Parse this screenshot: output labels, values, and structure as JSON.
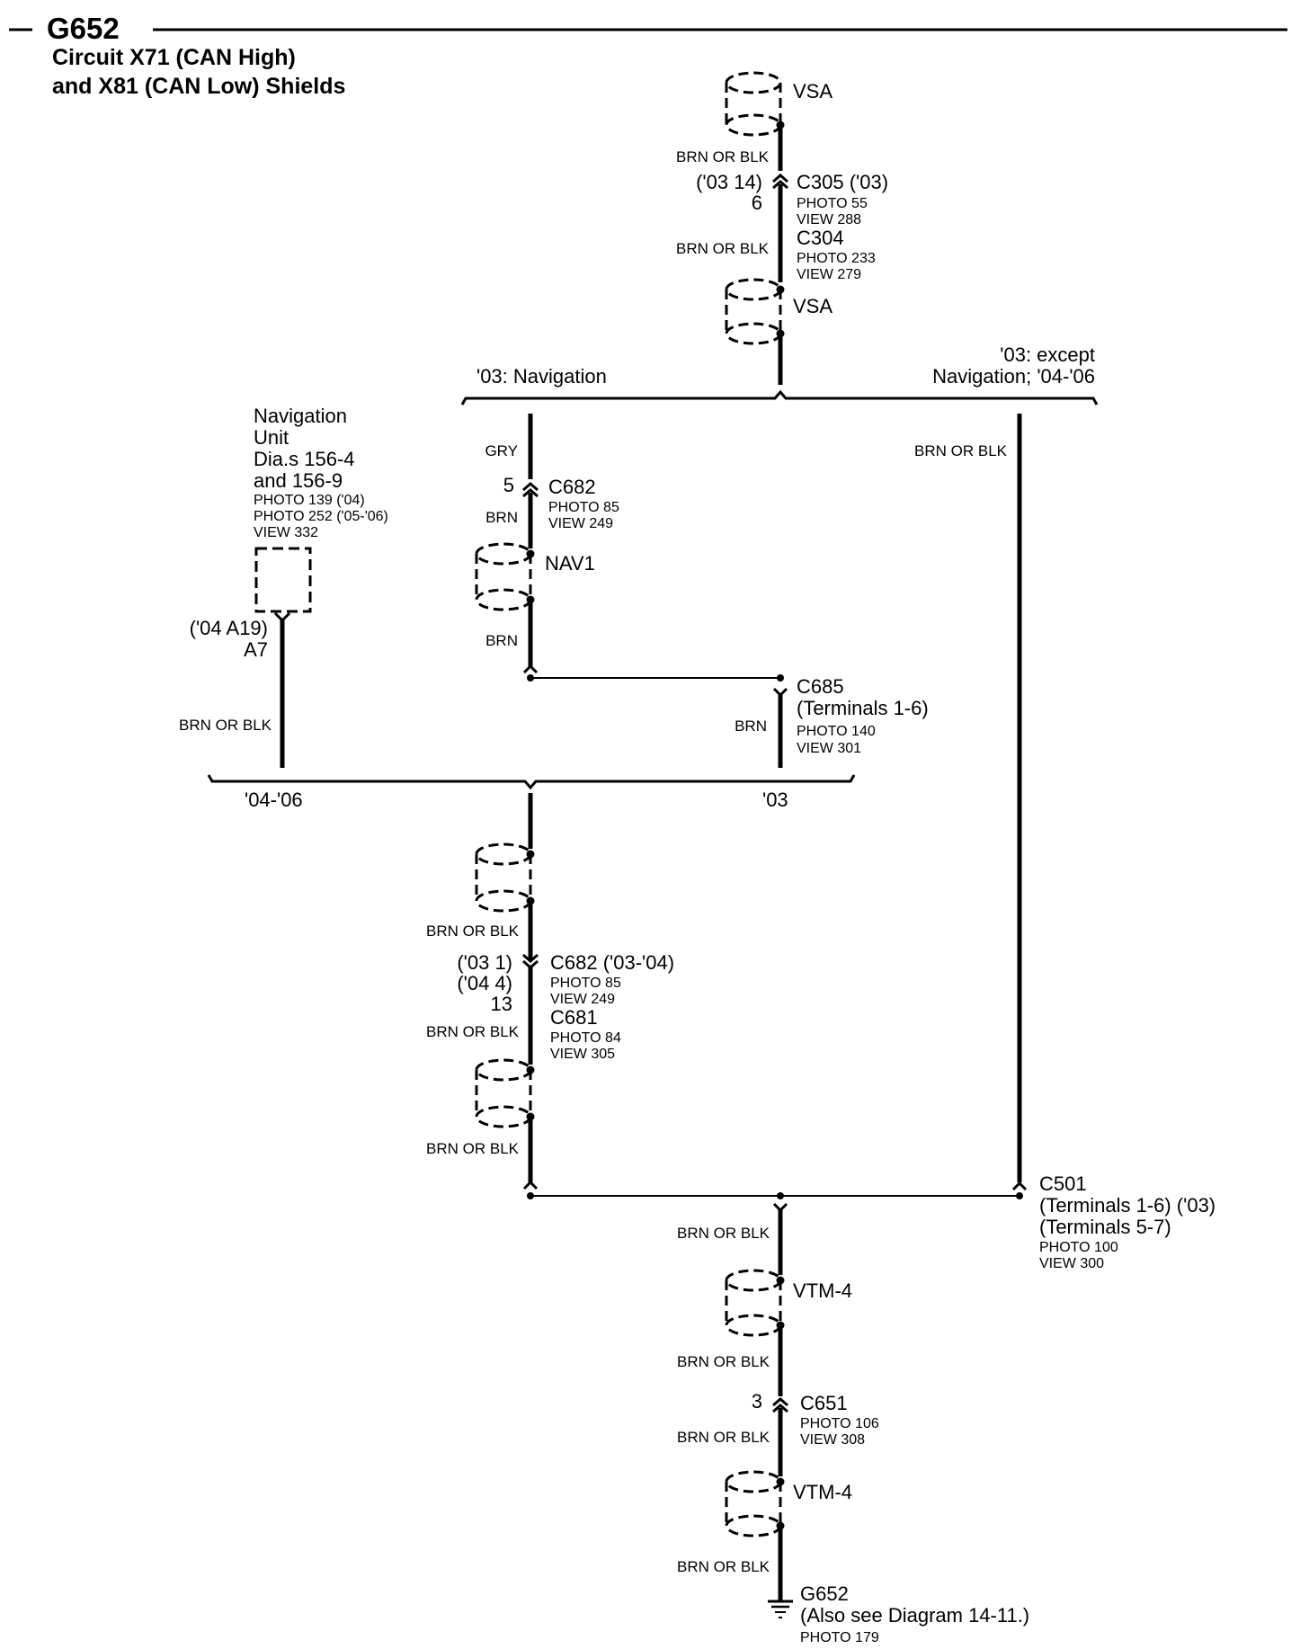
{
  "header": {
    "id": "G652",
    "title_line1": "Circuit X71 (CAN High)",
    "title_line2": "and X81 (CAN Low) Shields"
  },
  "top": {
    "vsa_top": "VSA",
    "wire_1": "BRN OR BLK",
    "pin_left": "('03 14)",
    "pin_num": "6",
    "c305": "C305 ('03)",
    "c305_photo": "PHOTO 55",
    "c305_view": "VIEW 288",
    "wire_2": "BRN OR BLK",
    "c304": "C304",
    "c304_photo": "PHOTO 233",
    "c304_view": "VIEW 279",
    "vsa_bottom": "VSA"
  },
  "branch": {
    "navigation": "'03: Navigation",
    "except_line1": "'03: except",
    "except_line2": "Navigation; '04-'06"
  },
  "nav_unit": {
    "line1": "Navigation",
    "line2": "Unit",
    "line3": "Dia.s 156-4",
    "line4": "and 156-9",
    "photo1": "PHOTO 139 ('04)",
    "photo2": "PHOTO 252 ('05-'06)",
    "view": "VIEW 332",
    "pin_alt": "('04 A19)",
    "pin": "A7",
    "wire": "BRN OR BLK"
  },
  "nav_branch": {
    "wire_gry": "GRY",
    "pin": "5",
    "c682": "C682",
    "c682_photo": "PHOTO 85",
    "c682_view": "VIEW 249",
    "wire_brn1": "BRN",
    "nav1": "NAV1",
    "wire_brn2": "BRN",
    "c685": "C685",
    "c685_terminals": "(Terminals 1-6)",
    "c685_wire": "BRN",
    "c685_photo": "PHOTO 140",
    "c685_view": "VIEW 301"
  },
  "right_branch": {
    "wire": "BRN OR BLK"
  },
  "merge": {
    "left_label": "'04-'06",
    "right_label": "'03"
  },
  "middle": {
    "wire_1": "BRN OR BLK",
    "pin_03": "('03 1)",
    "pin_04": "('04 4)",
    "pin_13": "13",
    "c682": "C682 ('03-'04)",
    "c682_photo": "PHOTO 85",
    "c682_view": "VIEW 249",
    "c681": "C681",
    "c681_photo": "PHOTO 84",
    "c681_view": "VIEW 305",
    "wire_2": "BRN OR BLK",
    "wire_3": "BRN OR BLK"
  },
  "c501": {
    "name": "C501",
    "line1": "(Terminals 1-6) ('03)",
    "line2": "(Terminals 5-7)",
    "photo": "PHOTO 100",
    "view": "VIEW 300"
  },
  "bottom": {
    "wire_1": "BRN OR BLK",
    "vtm_1": "VTM-4",
    "wire_2": "BRN OR BLK",
    "pin": "3",
    "c651": "C651",
    "c651_photo": "PHOTO 106",
    "c651_view": "VIEW 308",
    "wire_3": "BRN OR BLK",
    "vtm_2": "VTM-4",
    "wire_4": "BRN OR BLK",
    "ground": "G652",
    "ground_note": "(Also see Diagram 14-11.)",
    "ground_photo": "PHOTO 179"
  }
}
